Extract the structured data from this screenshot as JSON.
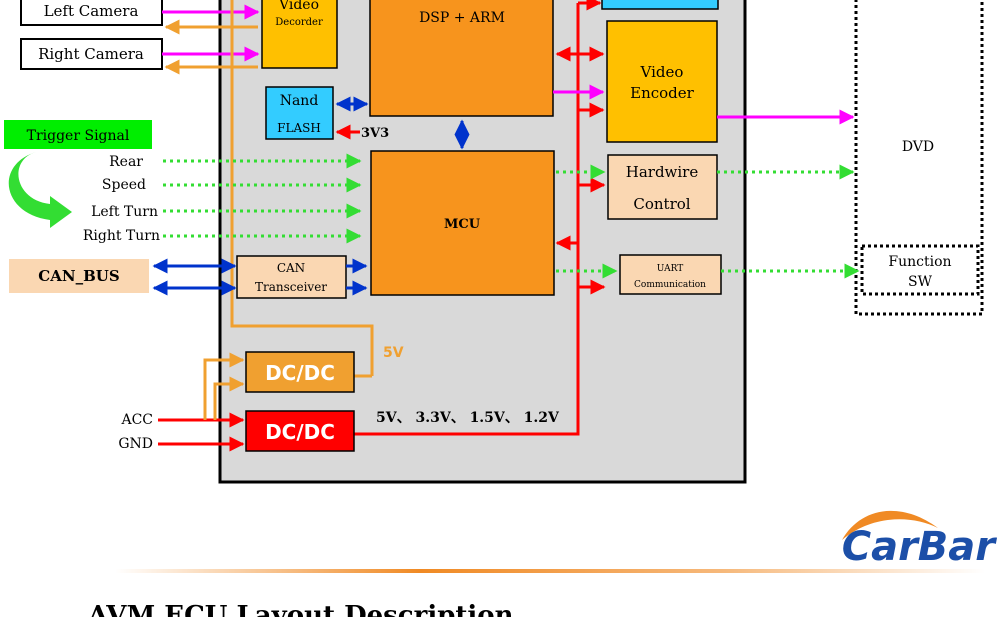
{
  "blocks": {
    "left_camera": "Left Camera",
    "right_camera": "Right Camera",
    "video_decoder_line1": "Video",
    "video_decoder_line2": "Decorder",
    "dsp_arm": "DSP + ARM",
    "video_encoder_line1": "Video",
    "video_encoder_line2": "Encoder",
    "nand_line1": "Nand",
    "nand_line2": "FLASH",
    "v3v3": "3V3",
    "mcu": "MCU",
    "hardwire_line1": "Hardwire",
    "hardwire_line2": "Control",
    "can_bus": "CAN_BUS",
    "can_transceiver_line1": "CAN",
    "can_transceiver_line2": "Transceiver",
    "uart_line1": "UART",
    "uart_line2": "Communication",
    "dvd": "DVD",
    "function_sw_line1": "Function",
    "function_sw_line2": "SW",
    "dcdc_top": "DC/DC",
    "dcdc_bottom": "DC/DC",
    "label_5v": "5V",
    "label_voltages": "5V、 3.3V、 1.5V、 1.2V",
    "acc": "ACC",
    "gnd": "GND"
  },
  "trigger": {
    "title": "Trigger Signal",
    "signals": [
      "Rear",
      "Speed",
      "Left Turn",
      "Right Turn"
    ]
  },
  "logo": {
    "text": "CarBar"
  },
  "footer": {
    "title": "AVM ECU Layout Description"
  },
  "colors": {
    "board": "#d9d9d9",
    "orange_block": "#f7941d",
    "yellow_block": "#ffc000",
    "cyan_block": "#33ccff",
    "tan_block": "#fad7b2",
    "red_block": "#ff0000",
    "magenta_line": "#ff00ff",
    "green_line": "#33dd33",
    "blue_line": "#0033cc",
    "red_line": "#ff0000",
    "orange_line": "#f0a030",
    "logo_blue": "#1c4fa8",
    "logo_orange": "#f08a24"
  }
}
